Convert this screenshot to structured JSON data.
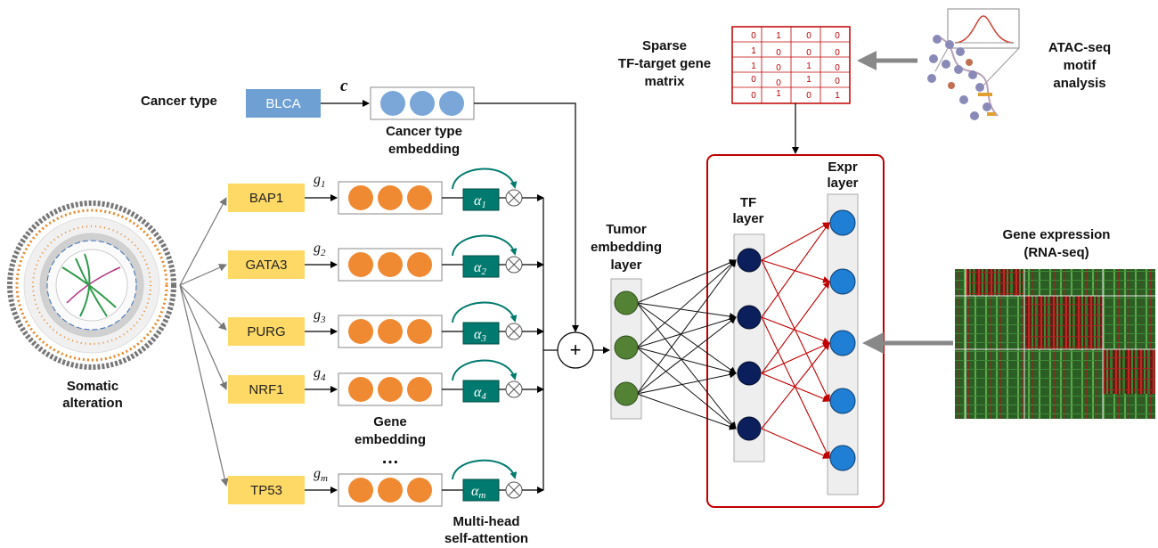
{
  "cancer_type": {
    "label": "Cancer type",
    "value": "BLCA",
    "symbol": "c",
    "embedding_label": [
      "Cancer type",
      "embedding"
    ]
  },
  "somatic_alteration": {
    "label": [
      "Somatic",
      "alteration"
    ]
  },
  "genes": [
    {
      "name": "BAP1",
      "g": "g",
      "g_sub": "1",
      "alpha_sub": "1"
    },
    {
      "name": "GATA3",
      "g": "g",
      "g_sub": "2",
      "alpha_sub": "2"
    },
    {
      "name": "PURG",
      "g": "g",
      "g_sub": "3",
      "alpha_sub": "3"
    },
    {
      "name": "NRF1",
      "g": "g",
      "g_sub": "4",
      "alpha_sub": "4"
    },
    {
      "name": "TP53",
      "g": "g",
      "g_sub": "m",
      "alpha_sub": "m"
    }
  ],
  "alpha_symbol": "α",
  "gene_embedding_label": [
    "Gene",
    "embedding"
  ],
  "ellipsis": "…",
  "attention_label": [
    "Multi-head",
    "self-attention"
  ],
  "plus_symbol": "+",
  "tumor_embedding_label": [
    "Tumor",
    "embedding",
    "layer"
  ],
  "tf_layer_label": [
    "TF",
    "layer"
  ],
  "expr_layer_label": [
    "Expr",
    "layer"
  ],
  "sparse_matrix": {
    "label": [
      "Sparse",
      "TF-target gene",
      "matrix"
    ],
    "values": [
      [
        "0",
        "1",
        "0",
        "0"
      ],
      [
        "1",
        "0",
        "0",
        "0"
      ],
      [
        "1",
        "0",
        "1",
        "0"
      ],
      [
        "0",
        "0",
        "1",
        "0"
      ],
      [
        "0",
        "1",
        "0",
        "1"
      ]
    ]
  },
  "atac_label": [
    "ATAC-seq",
    "motif",
    "analysis"
  ],
  "gene_expression_label": [
    "Gene expression",
    "(RNA-seq)"
  ],
  "colors": {
    "gene_box": "#ffd966",
    "cancer_box": "#6fa0d4",
    "embed_node": "#f08a32",
    "cancer_node": "#7aa7d8",
    "attention": "#007a6e",
    "tumor_node": "#548235",
    "tf_node": "#0b1f5c",
    "expr_node": "#1f7fd4",
    "network_border": "#c00000"
  }
}
